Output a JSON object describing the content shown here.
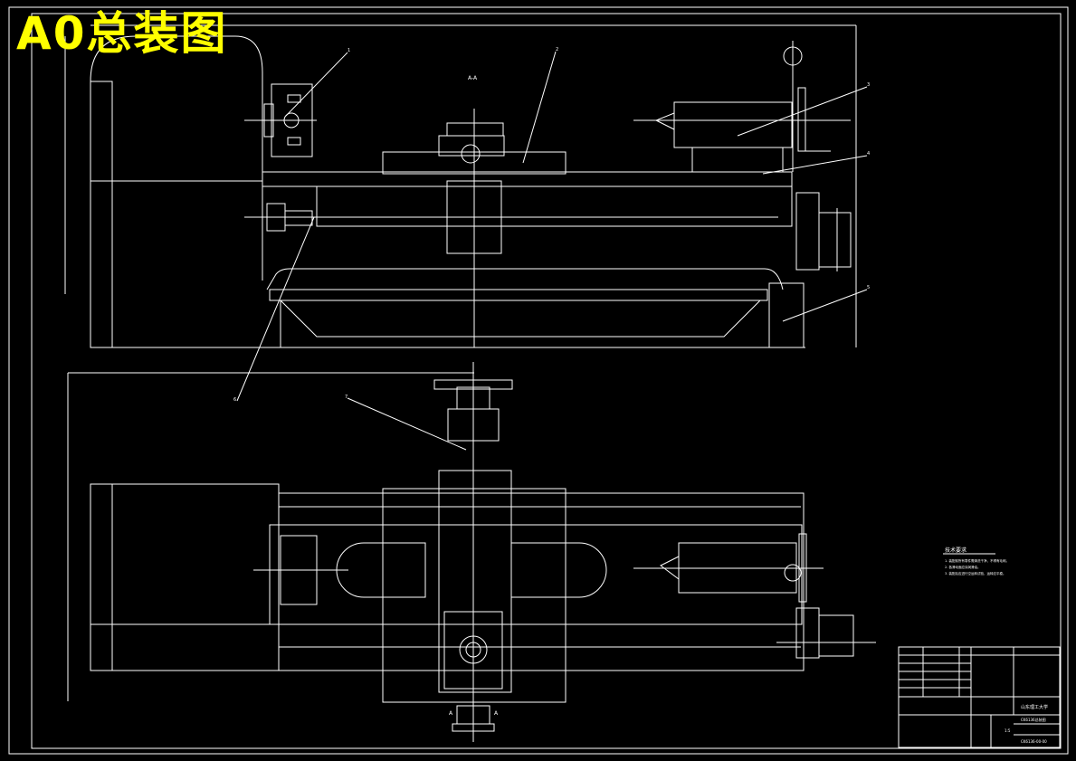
{
  "sheet": {
    "title": "A0总装图",
    "section_label": "A-A",
    "section_marks": [
      "A",
      "A"
    ]
  },
  "colors": {
    "background": "#000000",
    "lines": "#ffffff",
    "title": "#ffff00"
  },
  "balloons": [
    "1",
    "2",
    "3",
    "4",
    "5",
    "6",
    "7"
  ],
  "notes": {
    "heading": "技术要求",
    "items": [
      "1. 装配前所有零件需清洗干净，不得有毛刺。",
      "2. 各滑动面应涂润滑油。",
      "3. 装配后应进行空运转试验，运转应平稳。"
    ]
  },
  "title_block": {
    "school": "山东理工大学",
    "drawing_name": "CK6136总装图",
    "drawing_no": "CK6136-00-00",
    "scale": "1:5"
  }
}
